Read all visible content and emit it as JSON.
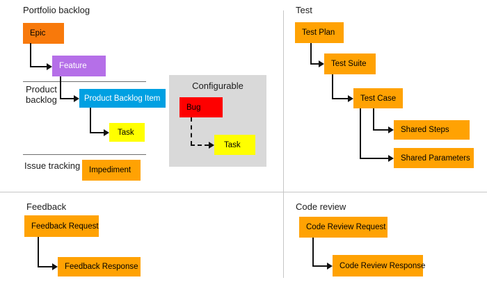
{
  "colors": {
    "epic_orange": "#F8790B",
    "orange": "#FFA203",
    "purple": "#B56FE8",
    "blue": "#00A0E2",
    "red": "#FE0000",
    "yellow": "#FFFF00",
    "panel_gray": "#D9D9D9"
  },
  "sections": {
    "portfolio": {
      "title": "Portfolio backlog"
    },
    "product": {
      "title": "Product backlog"
    },
    "issue": {
      "title": "Issue tracking"
    },
    "configurable": {
      "title": "Configurable"
    },
    "test": {
      "title": "Test"
    },
    "feedback": {
      "title": "Feedback"
    },
    "code_review": {
      "title": "Code review"
    }
  },
  "boxes": {
    "epic": "Epic",
    "feature": "Feature",
    "product_backlog_item": "Product Backlog Item",
    "task_product": "Task",
    "impediment": "Impediment",
    "bug": "Bug",
    "task_configurable": "Task",
    "test_plan": "Test Plan",
    "test_suite": "Test Suite",
    "test_case": "Test Case",
    "shared_steps": "Shared Steps",
    "shared_parameters": "Shared Parameters",
    "feedback_request": "Feedback Request",
    "feedback_response": "Feedback Response",
    "code_review_request": "Code Review Request",
    "code_review_response": "Code Review Response"
  }
}
